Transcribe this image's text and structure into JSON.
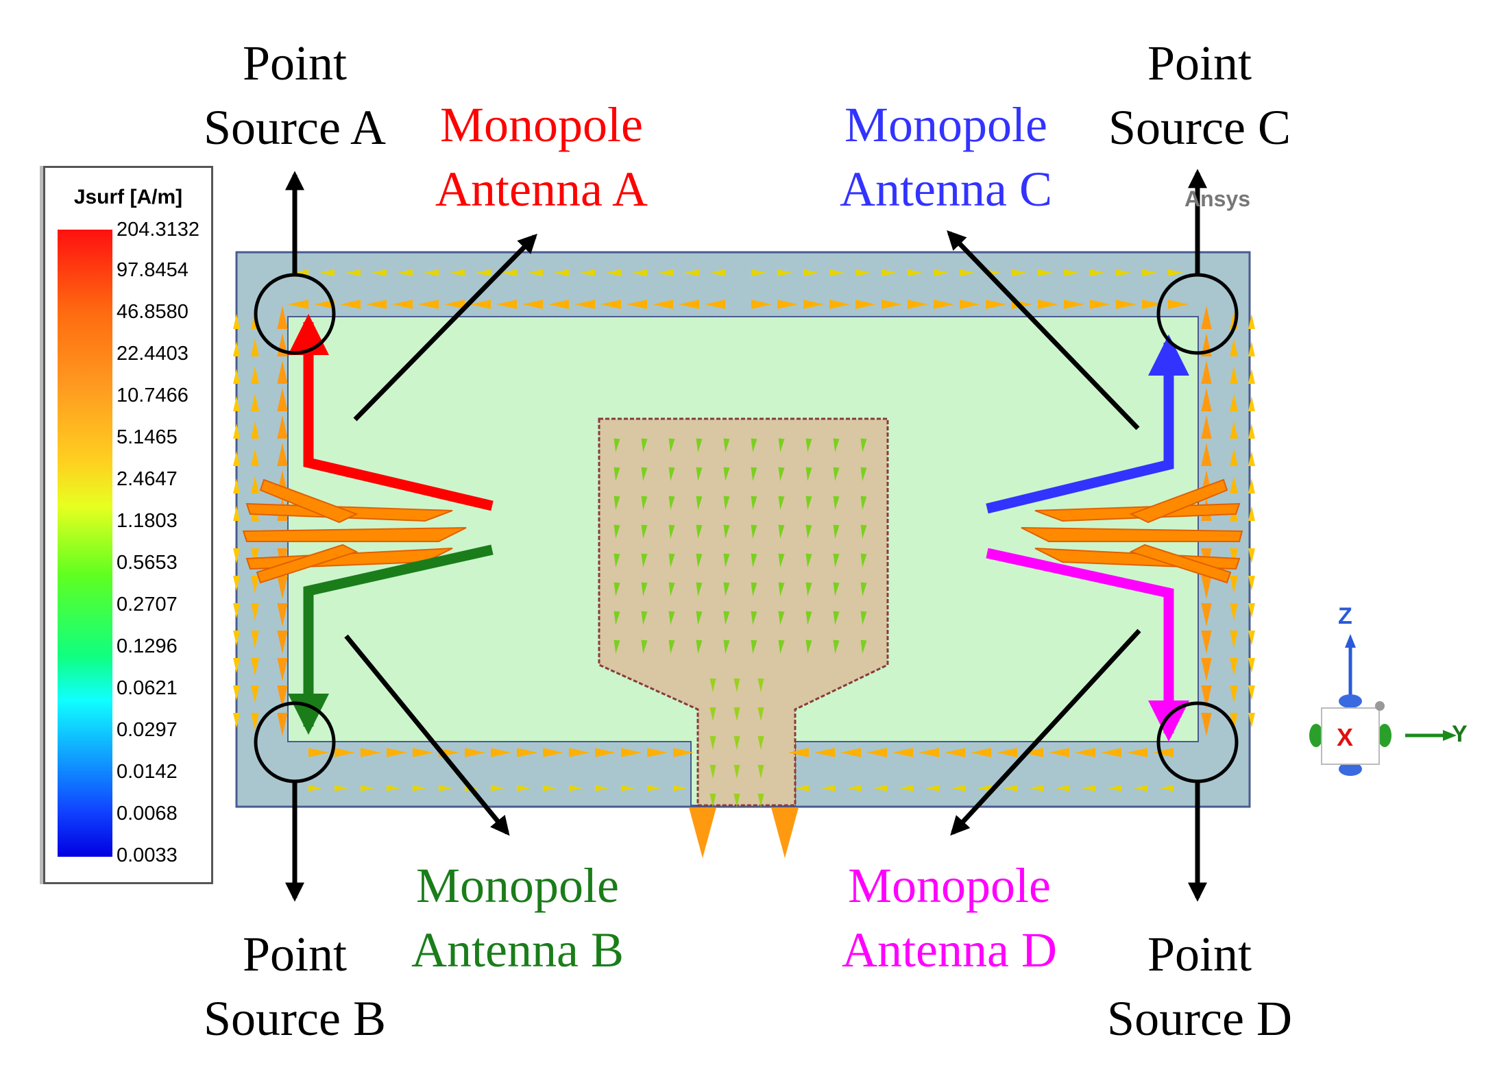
{
  "colors": {
    "antenna_a": "#ff0000",
    "antenna_b": "#1a7d1a",
    "antenna_c": "#3333ff",
    "antenna_d": "#ff00ff",
    "substrate": "#a9c6cf",
    "ground": "#ccf5cc",
    "patch": "#d8c7a2",
    "vector": "#ffa000"
  },
  "labels": {
    "point_source_a": [
      "Point",
      "Source A"
    ],
    "point_source_b": [
      "Point",
      "Source B"
    ],
    "point_source_c": [
      "Point",
      "Source C"
    ],
    "point_source_d": [
      "Point",
      "Source D"
    ],
    "monopole_a": [
      "Monopole",
      "Antenna A"
    ],
    "monopole_b": [
      "Monopole",
      "Antenna B"
    ],
    "monopole_c": [
      "Monopole",
      "Antenna C"
    ],
    "monopole_d": [
      "Monopole",
      "Antenna D"
    ]
  },
  "legend": {
    "title": "Jsurf [A/m]",
    "ticks": [
      "204.3132",
      "97.8454",
      "46.8580",
      "22.4403",
      "10.7466",
      "5.1465",
      "2.4647",
      "1.1803",
      "0.5653",
      "0.2707",
      "0.1296",
      "0.0621",
      "0.0297",
      "0.0142",
      "0.0068",
      "0.0033"
    ]
  },
  "watermark": "Ansys",
  "axes": {
    "z": "Z",
    "x": "X",
    "y": "Y"
  }
}
